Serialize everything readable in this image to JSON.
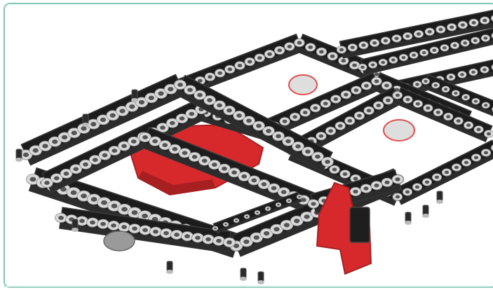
{
  "illustration": {
    "kind": "instruction-step-illustration",
    "colors": {
      "frame_border": "#7fc7b4",
      "beam_dark": "#1c1c1c",
      "beam_edge": "#3a3a3a",
      "hole_light": "#d9d9d9",
      "red_part": "#d7292b",
      "red_shadow": "#a81f21",
      "gray_part": "#9a9a9a",
      "highlight_circle": "#e05050"
    },
    "icons": [
      "frame-beam",
      "red-bracket",
      "connector-pin",
      "highlight-circle"
    ]
  }
}
